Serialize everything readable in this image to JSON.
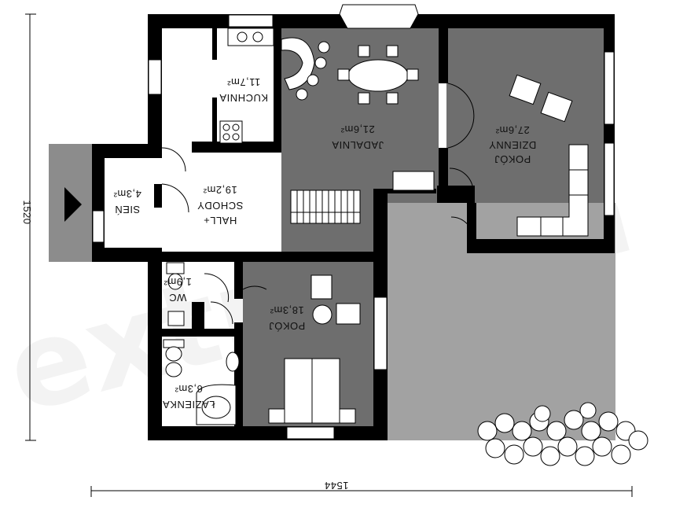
{
  "plan": {
    "width_dim": "1544",
    "height_dim": "1520",
    "watermark": "extradom",
    "colors": {
      "wall": "#000000",
      "dark_room": "#6e6e6e",
      "terrace": "#a2a2a2",
      "entrance": "#8c8c8c",
      "floor": "#ffffff"
    },
    "rooms": {
      "kuchnia": {
        "name": "KUCHNIA",
        "area": "11,7m²"
      },
      "jadalnia": {
        "name": "JADALNIA",
        "area": "21,6m²"
      },
      "pokoj_dzienny": {
        "name1": "POKÓJ",
        "name2": "DZIENNY",
        "area": "27,6m²"
      },
      "sien": {
        "name": "SIEŃ",
        "area": "4,3m²"
      },
      "hall": {
        "name1": "HALL+",
        "name2": "SCHODY",
        "area": "19,2m²"
      },
      "wc": {
        "name": "WC",
        "area": "1,9m²"
      },
      "pokoj": {
        "name": "POKÓJ",
        "area": "18,3m²"
      },
      "lazienka": {
        "name": "ŁAZIENKA",
        "area": "6,3m²"
      }
    }
  }
}
